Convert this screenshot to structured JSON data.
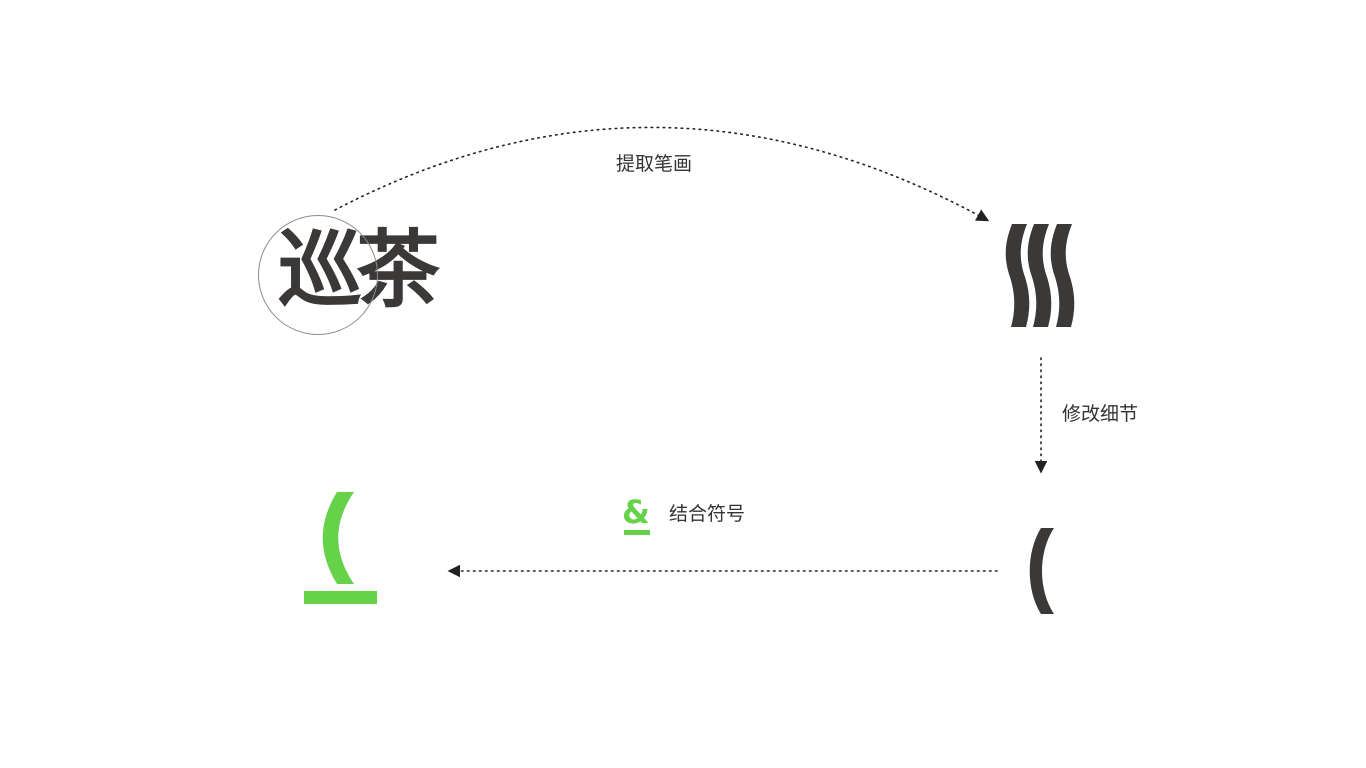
{
  "logo": {
    "text": "巡茶"
  },
  "steps": {
    "extract_label": "提取笔画",
    "refine_label": "修改细节",
    "combine_label": "结合符号"
  },
  "colors": {
    "dark": "#3b3838",
    "accent": "#66d24a",
    "ring": "#8c8c8c",
    "arrow": "#222222"
  }
}
